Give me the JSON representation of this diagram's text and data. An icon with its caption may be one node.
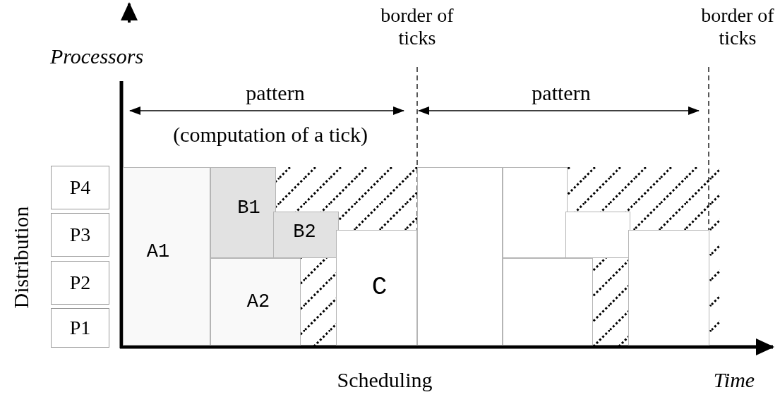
{
  "diagram": {
    "nodes": [
      {
        "text": [
          "P4"
        ]
      },
      {
        "text": [
          "P3"
        ]
      },
      {
        "text": [
          "P2"
        ]
      },
      {
        "text": [
          "P1"
        ]
      },
      {
        "text": [
          "A1"
        ]
      },
      {
        "text": [
          "B1"
        ]
      },
      {
        "text": [
          "B2"
        ]
      },
      {
        "text": [
          "A2"
        ]
      },
      {
        "text": [
          "C"
        ]
      },
      {
        "text": [],
        "shape": "box"
      },
      {
        "text": [],
        "shape": "box"
      },
      {
        "text": [],
        "shape": "box"
      },
      {
        "text": [],
        "shape": "box"
      },
      {
        "text": [],
        "shape": "box"
      }
    ],
    "labels": [
      "Processors",
      "border of ticks",
      "border of ticks",
      "pattern",
      "(computation of a tick)",
      "pattern",
      "Distribution",
      "Scheduling",
      "Time"
    ]
  }
}
